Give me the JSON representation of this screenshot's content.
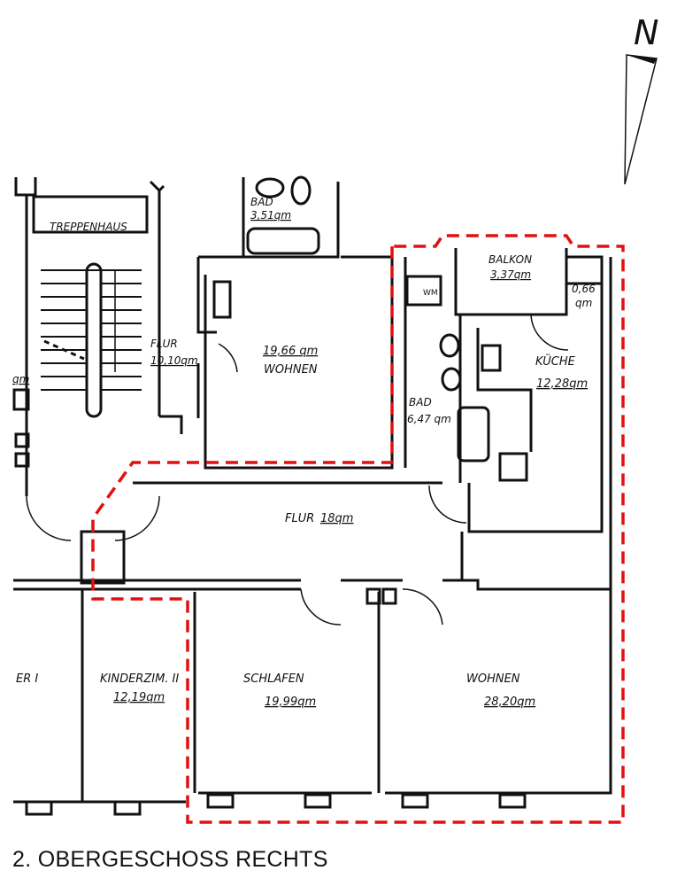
{
  "north_arrow": {
    "letter": "N"
  },
  "rooms": {
    "treppenhaus": {
      "name": "TREPPENHAUS"
    },
    "bad_top": {
      "name": "BAD",
      "area": "3,51qm"
    },
    "flur_left": {
      "name": "FLUR",
      "area": "10,10qm"
    },
    "wohnen_top": {
      "area": "19,66 qm",
      "name": "WOHNEN"
    },
    "balkon": {
      "name": "BALKON",
      "area": "3,37qm"
    },
    "abstell": {
      "area_top": "0,66",
      "area_bottom": "qm"
    },
    "wm": {
      "label": "WM"
    },
    "kueche": {
      "name": "KÜCHE",
      "area": "12,28qm"
    },
    "bad_main": {
      "name": "BAD",
      "area": "6,47 qm"
    },
    "flur_main": {
      "name": "FLUR",
      "area": "18qm"
    },
    "zimmer_left": {
      "name": "ER I"
    },
    "kinderzimmer": {
      "name": "KINDERZIM. II",
      "area": "12,19qm"
    },
    "schlafen": {
      "name": "SCHLAFEN",
      "area": "19,99qm"
    },
    "wohnen_big": {
      "name": "WOHNEN",
      "area": "28,20qm"
    },
    "left_partial": {
      "area": "qm"
    }
  },
  "caption": "2. OBERGESCHOSS RECHTS",
  "colors": {
    "walls": "#111111",
    "outline": "#e01010",
    "background": "#ffffff"
  }
}
